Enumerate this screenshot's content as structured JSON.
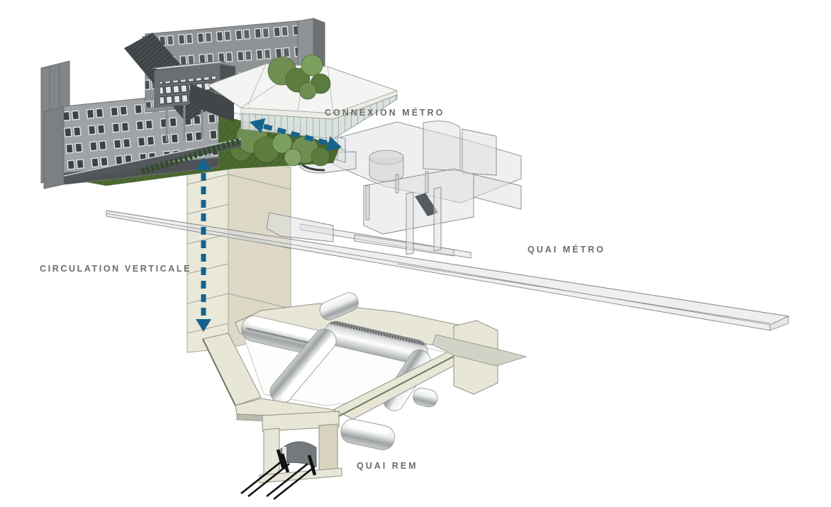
{
  "diagram": {
    "type": "axonometric architectural diagram",
    "subject": "transit station section: surface building, métro mezzanine and REM platform",
    "background": "#ffffff",
    "labels": {
      "connexion_metro": "CONNEXION MÉTRO",
      "circulation_verticale": "CIRCULATION VERTICALE",
      "quai_metro": "QUAI MÉTRO",
      "quai_rem": "QUAI REM"
    },
    "arrows": [
      {
        "id": "connexion-metro-arrow",
        "style": "dashed",
        "heads": "both",
        "meaning": "transfer link between surface pavilion and métro mezzanine"
      },
      {
        "id": "circulation-verticale-arrow",
        "style": "dashed",
        "heads": "both",
        "meaning": "vertical circulation between surface and REM platform"
      }
    ],
    "colors": {
      "arrow": "#15638e",
      "label_text": "#6a6c6e",
      "shaft_light": "#eae8d9",
      "shaft_shade": "#ded9c6",
      "rem_beige": "#e8e6d7",
      "ghost_fill": "#dfe0e2",
      "outline": "#84878b",
      "building_grey": "#8f9395",
      "building_dark": "#4b5053",
      "vegetation": "#5d7d3e",
      "hill_green": "#4d6a31",
      "street_grey": "#54585b",
      "rails_black": "#111111",
      "vault_white": "#ffffff"
    }
  }
}
